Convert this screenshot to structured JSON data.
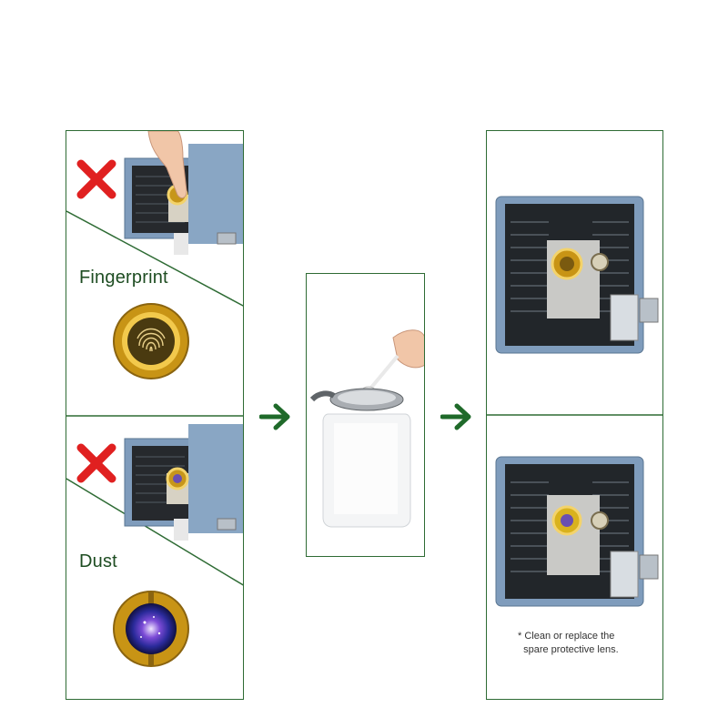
{
  "left_panel": {
    "top_section": {
      "label": "Fingerprint",
      "status": "incorrect",
      "mark_color": "#e02020"
    },
    "bottom_section": {
      "label": "Dust",
      "status": "incorrect",
      "mark_color": "#e02020"
    }
  },
  "middle_panel": {
    "action": "clean-with-swab-and-solvent"
  },
  "right_panel": {
    "note": "* Clean or replace the\n  spare protective lens."
  },
  "colors": {
    "border_green": "#2e6b34",
    "arrow_green": "#1f6a2a",
    "laser_body": "#7f9cbc",
    "lens_gold": "#d9a21a",
    "x_red": "#e02020"
  },
  "icons": [
    "close-x-icon",
    "arrow-right-icon",
    "fingerprint-icon",
    "galaxy-dust-icon"
  ]
}
